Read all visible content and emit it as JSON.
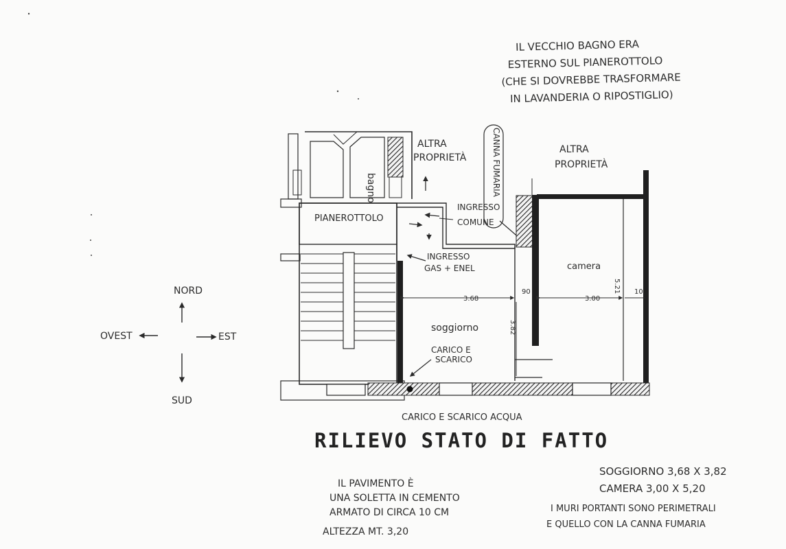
{
  "notes": {
    "bagno_lines": [
      "IL VECCHIO BAGNO ERA",
      "ESTERNO SUL PIANEROTTOLO",
      "(CHE SI DOVREBBE TRASFORMARE",
      "IN LAVANDERIA O RIPOSTIGLIO)"
    ],
    "pavimento_lines": [
      "IL PAVIMENTO È",
      "UNA SOLETTA IN CEMENTO",
      "ARMATO DI CIRCA 10 CM"
    ],
    "altezza": "ALTEZZA MT. 3,20",
    "sizes": [
      "SOGGIORNO 3,68 X 3,82",
      "CAMERA 3,00 X 5,20"
    ],
    "muri_lines": [
      "I MURI PORTANTI SONO PERIMETRALI",
      "E QUELLO CON LA CANNA FUMARIA"
    ]
  },
  "compass": {
    "nord": "NORD",
    "sud": "SUD",
    "est": "EST",
    "ovest": "OVEST"
  },
  "plan": {
    "altra_proprieta_1": [
      "ALTRA",
      "PROPRIETÀ"
    ],
    "altra_proprieta_2": [
      "ALTRA",
      "PROPRIETÀ"
    ],
    "bagno": "bagno",
    "pianerottolo": "PIANEROTTOLO",
    "ingresso_comune": [
      "INGRESSO",
      "COMUNE"
    ],
    "canna_fumaria": "CANNA FUMARIA",
    "ingresso_gas": [
      "INGRESSO",
      "GAS + ENEL"
    ],
    "camera": "camera",
    "soggiorno": "soggiorno",
    "carico_scarico": [
      "CARICO E",
      "SCARICO"
    ],
    "carico_acqua": "CARICO E SCARICO ACQUA",
    "dims": {
      "d1": "3.68",
      "d2": "90",
      "d3": "3.00",
      "d4": "10",
      "d5": "3.82",
      "d6": "5.21"
    }
  },
  "title": "RILIEVO STATO DI FATTO"
}
